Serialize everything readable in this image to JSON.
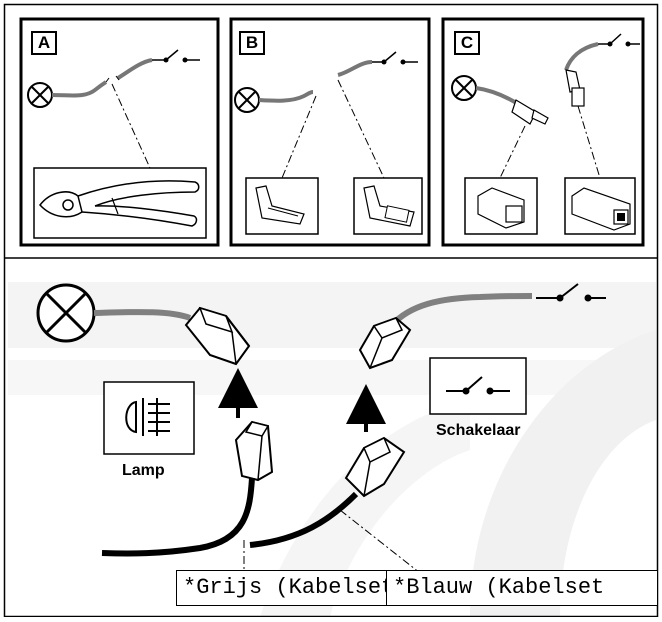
{
  "panels": [
    {
      "tag": "A"
    },
    {
      "tag": "B"
    },
    {
      "tag": "C"
    }
  ],
  "labels": {
    "lamp": "Lamp",
    "switch": "Schakelaar",
    "wire_grey": "*Grijs (Kabelset)",
    "wire_blue": "*Blauw (Kabelset"
  }
}
